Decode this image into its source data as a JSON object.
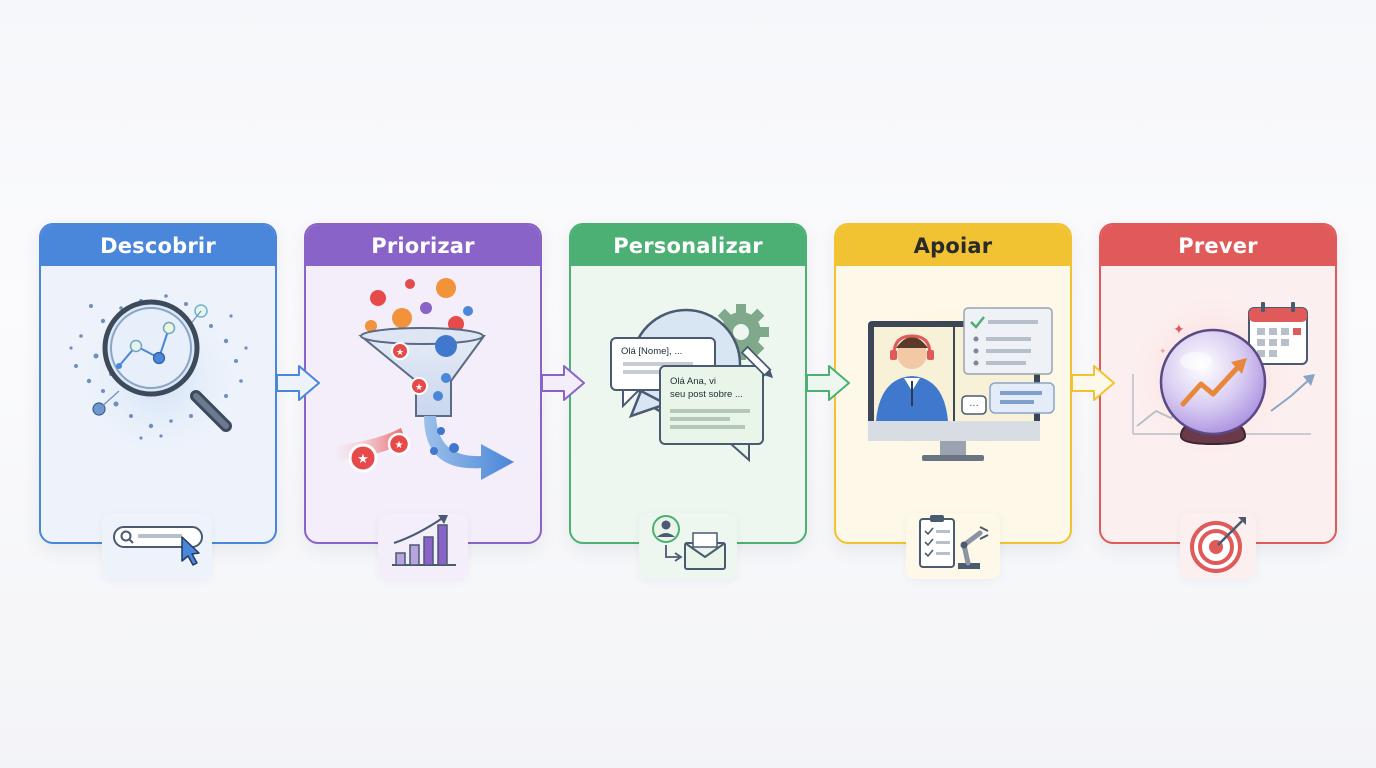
{
  "steps": [
    {
      "title": "Descobrir",
      "color": "#4a86d9",
      "tint": "#eef3fb",
      "icon": "magnifier-network-icon",
      "badge_icon": "search-bar-cursor-icon"
    },
    {
      "title": "Priorizar",
      "color": "#8a63c9",
      "tint": "#f3eefa",
      "icon": "funnel-prioritize-icon",
      "badge_icon": "bar-chart-growth-icon"
    },
    {
      "title": "Personalizar",
      "color": "#4caf73",
      "tint": "#edf7f0",
      "icon": "chat-personalize-icon",
      "badge_icon": "user-email-icon"
    },
    {
      "title": "Apoiar",
      "color": "#f1c232",
      "tint": "#fdf8e8",
      "icon": "support-agent-monitor-icon",
      "badge_icon": "checklist-robot-arm-icon"
    },
    {
      "title": "Prever",
      "color": "#e05a5a",
      "tint": "#fcefef",
      "icon": "crystal-ball-forecast-icon",
      "badge_icon": "target-arrow-icon"
    }
  ],
  "personalize": {
    "bubble1": "Olá [Nome], ...",
    "bubble2_line1": "Olá Ana, vi",
    "bubble2_line2": "seu post sobre ..."
  }
}
